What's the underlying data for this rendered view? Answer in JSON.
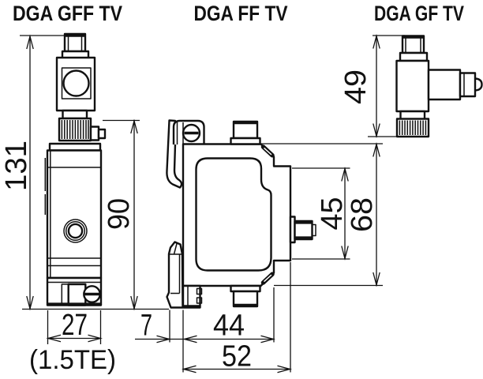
{
  "drawing": {
    "products": {
      "left": "DGA GFF TV",
      "middle": "DGA FF TV",
      "right": "DGA GF TV"
    },
    "dimensions": {
      "left_total_height": "131",
      "left_body_height": "90",
      "left_width": "27",
      "left_width_note": "(1.5TE)",
      "middle_rail_offset": "7",
      "middle_body_depth": "44",
      "middle_total_depth": "52",
      "middle_connector_height": "45",
      "middle_total_height": "68",
      "right_height": "49"
    },
    "colors": {
      "line": "#111111",
      "background": "#ffffff"
    }
  }
}
